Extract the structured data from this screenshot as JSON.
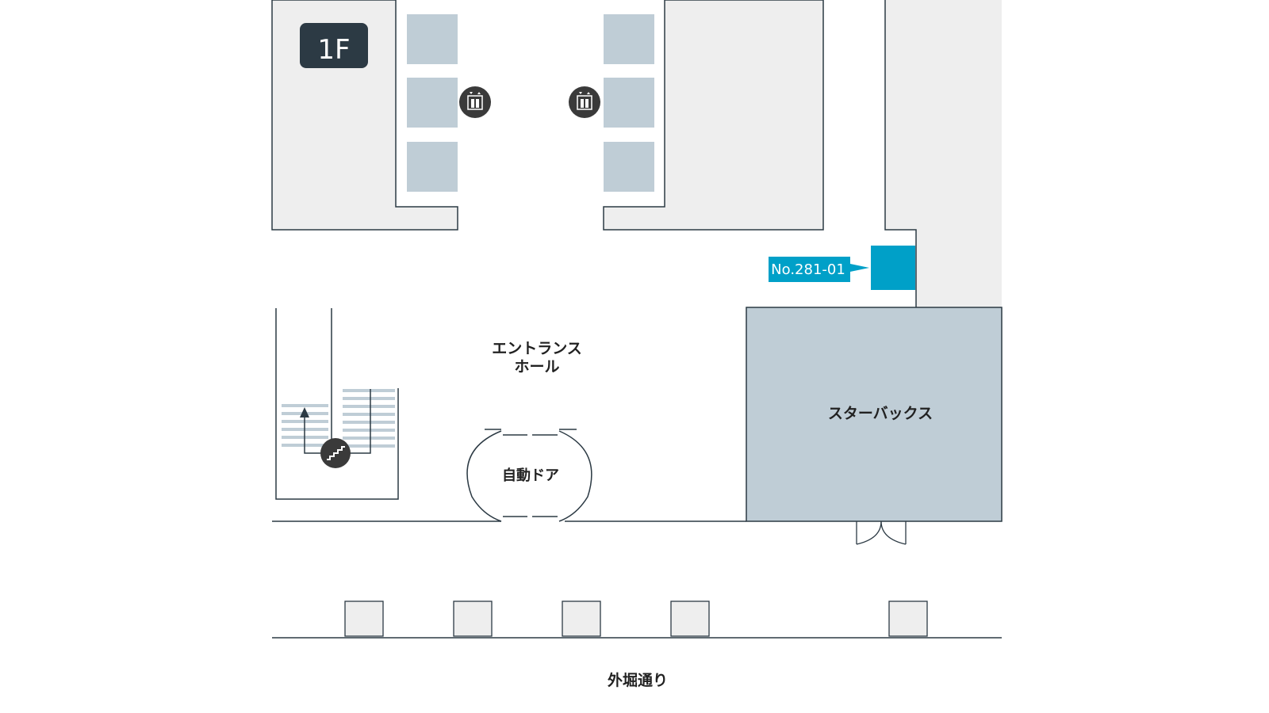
{
  "floor_badge": "1F",
  "marker_label": "No.281-01",
  "labels": {
    "entrance_line1": "エントランス",
    "entrance_line2": "ホール",
    "starbucks": "スターバックス",
    "auto_door": "自動ドア",
    "street": "外堀通り"
  },
  "icons": {
    "elevator_left": "elevator-icon",
    "elevator_right": "elevator-icon",
    "stairs": "stairs-icon"
  },
  "colors": {
    "background": "#ffffff",
    "room_fill": "#eeeeee",
    "elevator_fill": "#bfcdd6",
    "starbucks_fill": "#bfcdd6",
    "wall": "#2c3a44",
    "badge": "#2c3a44",
    "marker": "#00a0c8",
    "icon_circle": "#3a3a3a"
  }
}
